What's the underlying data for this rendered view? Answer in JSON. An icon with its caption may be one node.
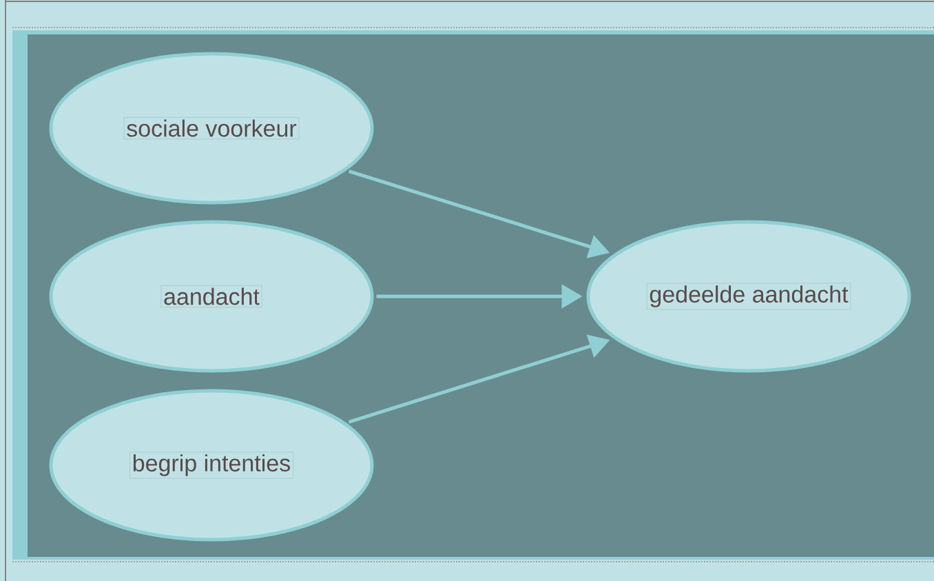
{
  "diagram": {
    "nodes": [
      {
        "text": [
          "sociale voorkeur"
        ]
      },
      {
        "text": [
          "aandacht"
        ]
      },
      {
        "text": [
          "begrip intenties"
        ]
      },
      {
        "text": [
          "gedeelde aandacht"
        ]
      }
    ],
    "edges": [
      {
        "from": 0,
        "to": 3,
        "arrow": "to"
      },
      {
        "from": 1,
        "to": 3,
        "arrow": "to"
      },
      {
        "from": 2,
        "to": 3,
        "arrow": "to"
      }
    ]
  }
}
